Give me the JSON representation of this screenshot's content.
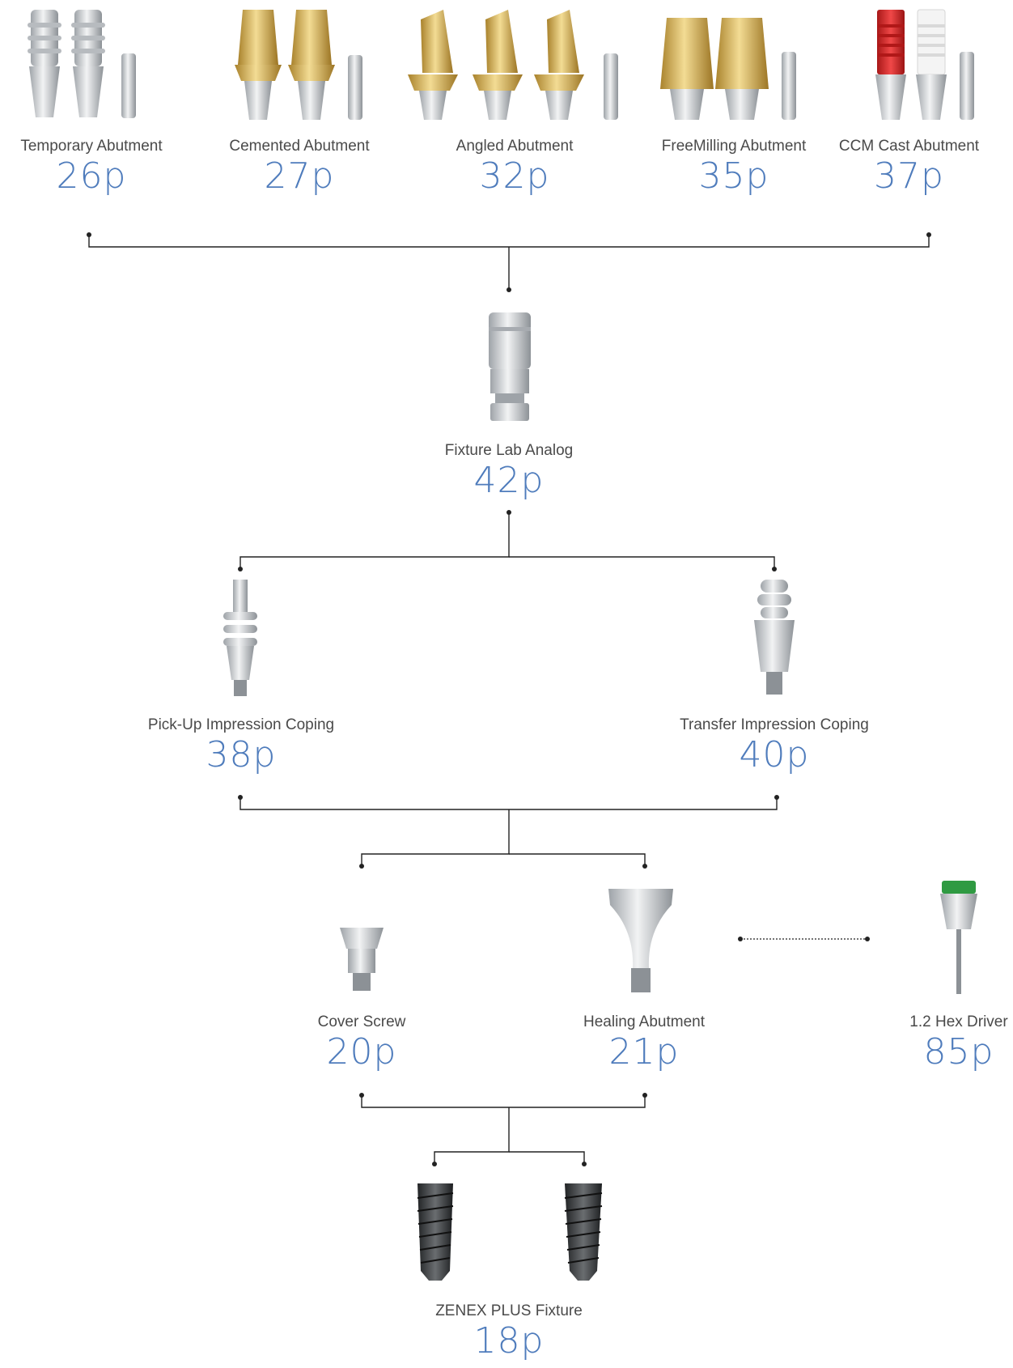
{
  "colors": {
    "page_number": "#4f7cbc",
    "label": "#4a4a4a",
    "connector": "#222222",
    "titanium": "#c9cdd1",
    "gold": "#d8b35a",
    "red_cap": "#d42a2a",
    "green_cap": "#2f9a42",
    "fixture": "#3a3c3f"
  },
  "components": {
    "temporary_abutment": {
      "name": "Temporary Abutment",
      "page": "26p"
    },
    "cemented_abutment": {
      "name": "Cemented Abutment",
      "page": "27p"
    },
    "angled_abutment": {
      "name": "Angled Abutment",
      "page": "32p"
    },
    "freemilling_abutment": {
      "name": "FreeMilling Abutment",
      "page": "35p"
    },
    "ccm_cast_abutment": {
      "name": "CCM Cast Abutment",
      "page": "37p"
    },
    "fixture_lab_analog": {
      "name": "Fixture Lab Analog",
      "page": "42p"
    },
    "pickup_coping": {
      "name": "Pick-Up Impression Coping",
      "page": "38p"
    },
    "transfer_coping": {
      "name": "Transfer Impression Coping",
      "page": "40p"
    },
    "cover_screw": {
      "name": "Cover Screw",
      "page": "20p"
    },
    "healing_abutment": {
      "name": "Healing Abutment",
      "page": "21p"
    },
    "hex_driver": {
      "name": "1.2 Hex Driver",
      "page": "85p"
    },
    "fixture": {
      "name": "ZENEX PLUS Fixture",
      "page": "18p"
    }
  }
}
